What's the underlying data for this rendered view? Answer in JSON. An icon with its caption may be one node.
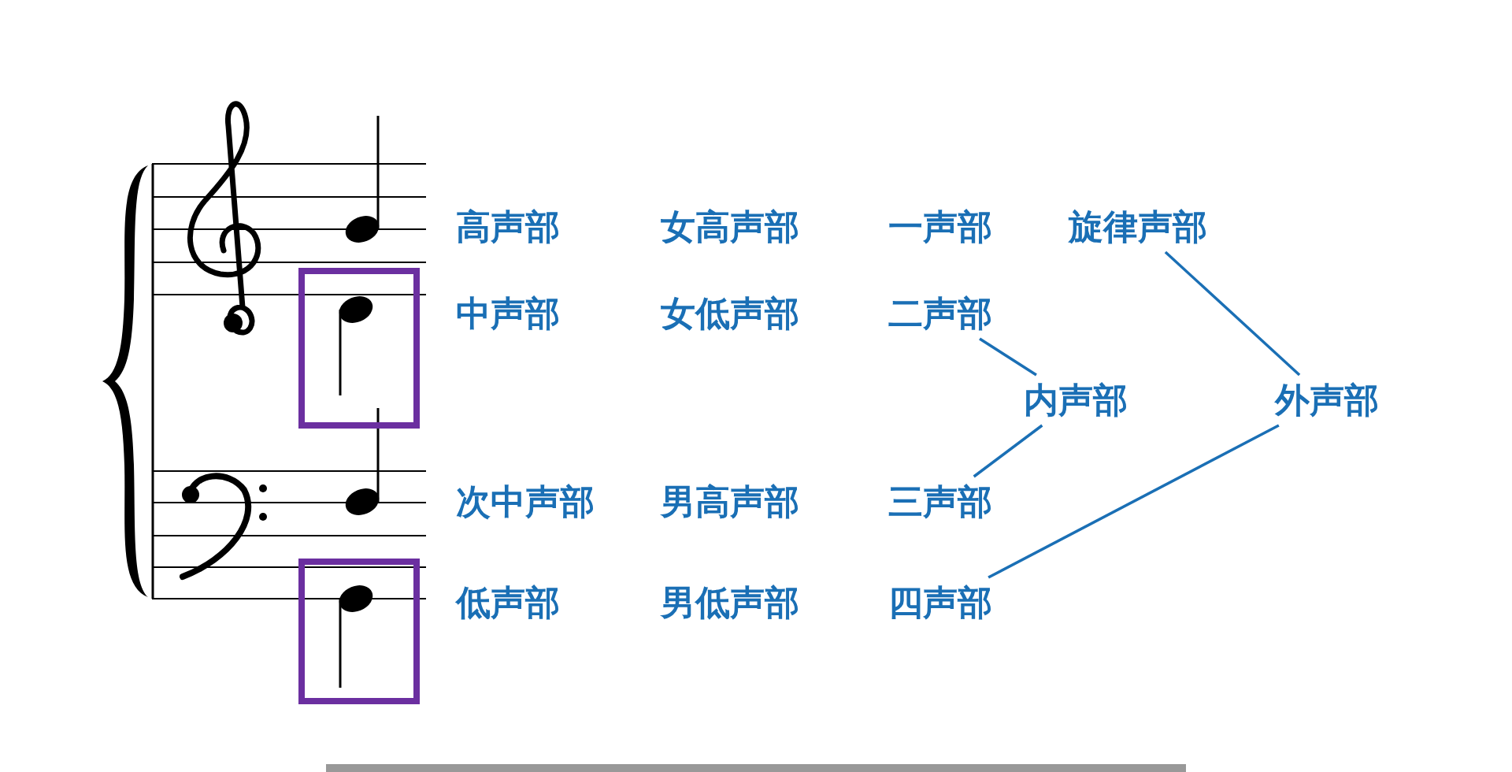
{
  "diagram": {
    "nodes": [
      {
        "text": [
          "高声部"
        ]
      },
      {
        "text": [
          "女高声部"
        ]
      },
      {
        "text": [
          "一声部"
        ]
      },
      {
        "text": [
          "旋律声部"
        ]
      },
      {
        "text": [
          "中声部"
        ]
      },
      {
        "text": [
          "女低声部"
        ]
      },
      {
        "text": [
          "二声部"
        ]
      },
      {
        "text": [
          "内声部"
        ]
      },
      {
        "text": [
          "外声部"
        ]
      },
      {
        "text": [
          "次中声部"
        ]
      },
      {
        "text": [
          "男高声部"
        ]
      },
      {
        "text": [
          "三声部"
        ]
      },
      {
        "text": [
          "低声部"
        ]
      },
      {
        "text": [
          "男低声部"
        ]
      },
      {
        "text": [
          "四声部"
        ]
      }
    ],
    "edges": [
      {
        "from": 6,
        "to": 7,
        "arrow": "none"
      },
      {
        "from": 11,
        "to": 7,
        "arrow": "none"
      },
      {
        "from": 3,
        "to": 8,
        "arrow": "none"
      },
      {
        "from": 14,
        "to": 8,
        "arrow": "none"
      }
    ]
  }
}
